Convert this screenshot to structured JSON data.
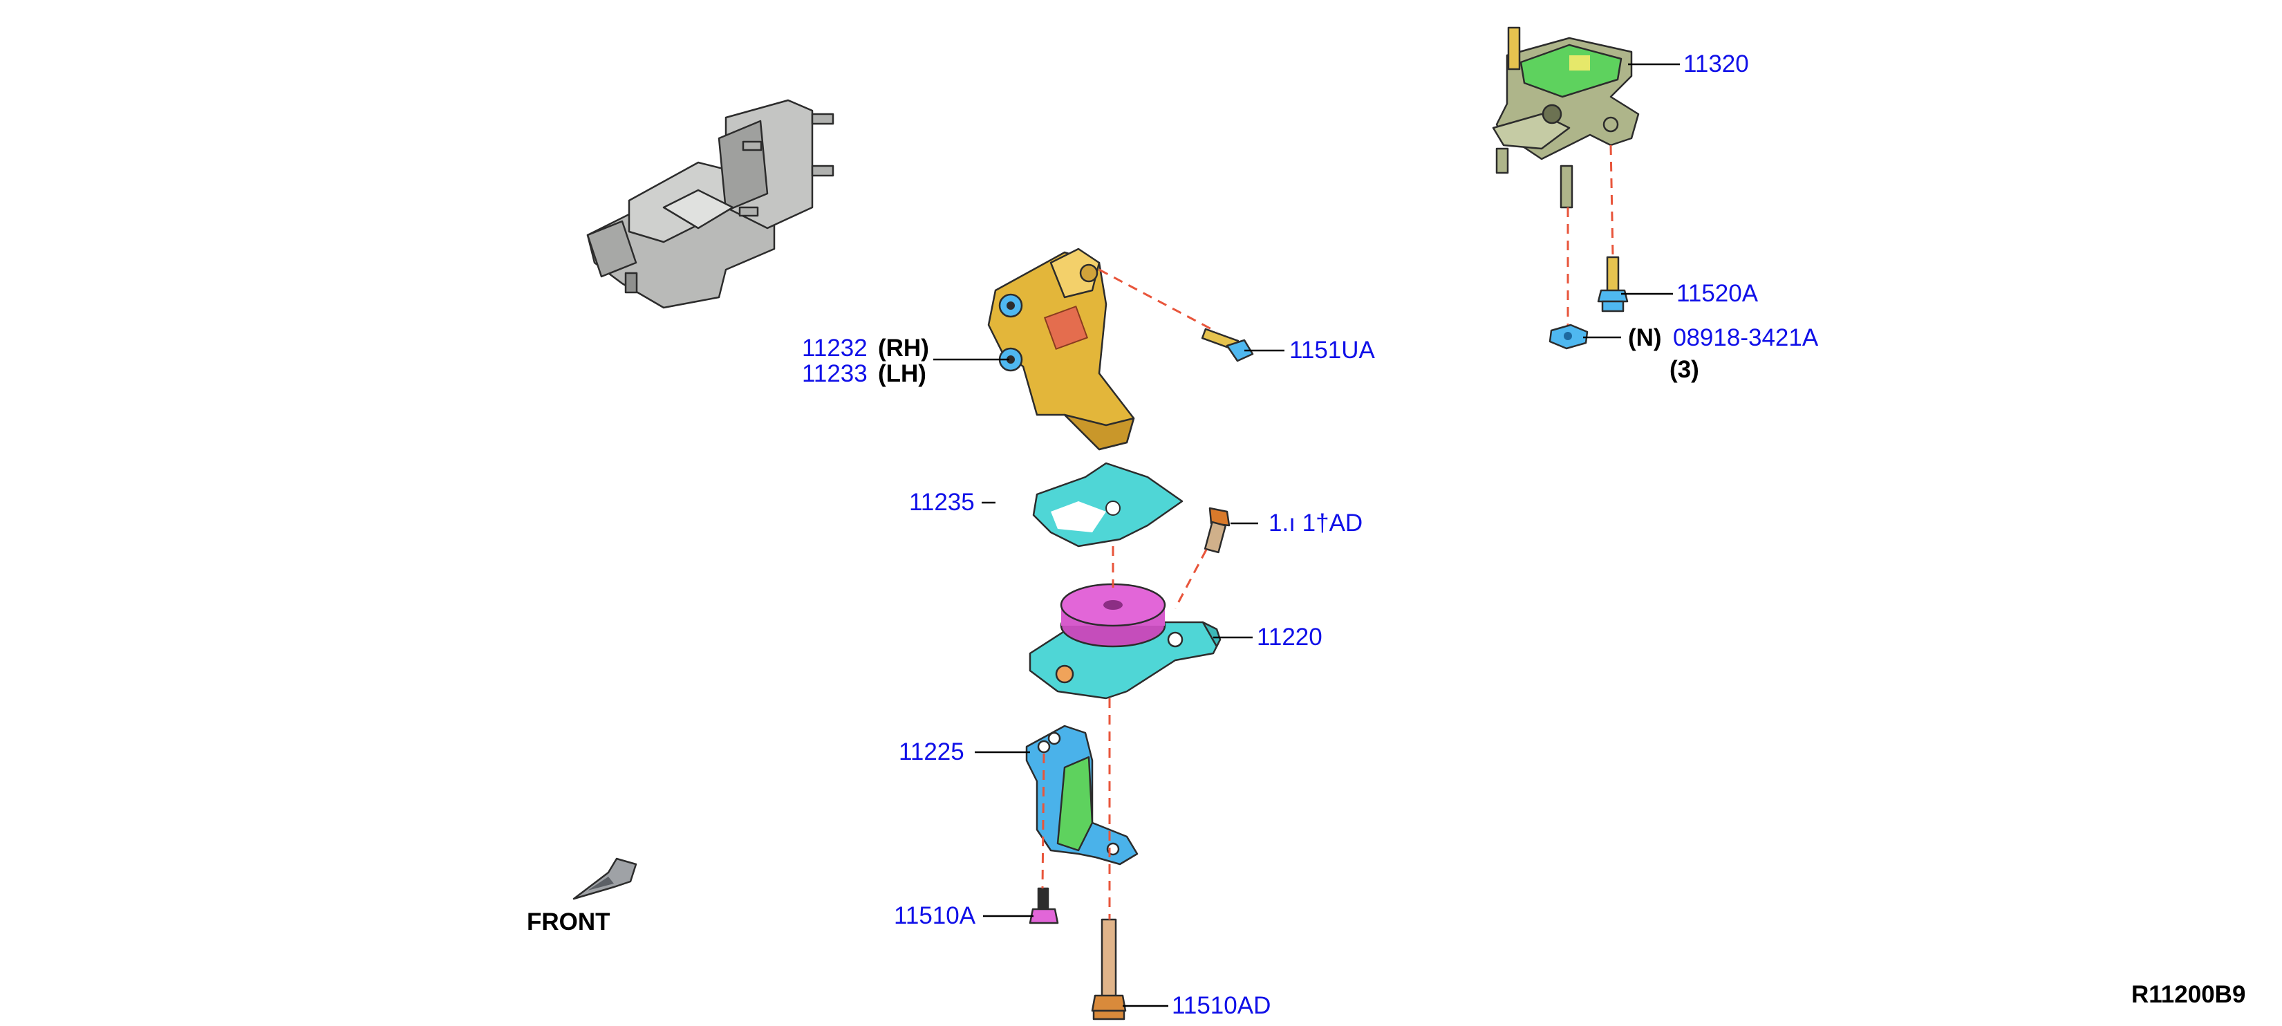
{
  "labels": {
    "p11320": "11320",
    "p11520A": "11520A",
    "p08918_prefix": "(N)",
    "p08918": "08918-3421A",
    "p08918_qty": "(3)",
    "p11232": "11232",
    "p11232_side": "(RH)",
    "p11233": "11233",
    "p11233_side": "(LH)",
    "p1151UA": "1151UA",
    "p11235": "11235",
    "p1151AD_partial": "1.ı 1†AD",
    "p11220": "11220",
    "p11225": "11225",
    "p11510A": "11510A",
    "p11510AD": "11510AD",
    "front": "FRONT",
    "figure_code": "R11200B9"
  },
  "colors": {
    "part_number": "#1010e8",
    "gray_part": "#b9bab8",
    "gold_bracket": "#e3b63a",
    "cyan_part": "#4fd6d6",
    "blue_bracket": "#4ab2ea",
    "magenta_cushion": "#e266d8",
    "green_pad": "#5ed25e",
    "olive_mount": "#aeb58a",
    "dash_line": "#e8553b"
  }
}
